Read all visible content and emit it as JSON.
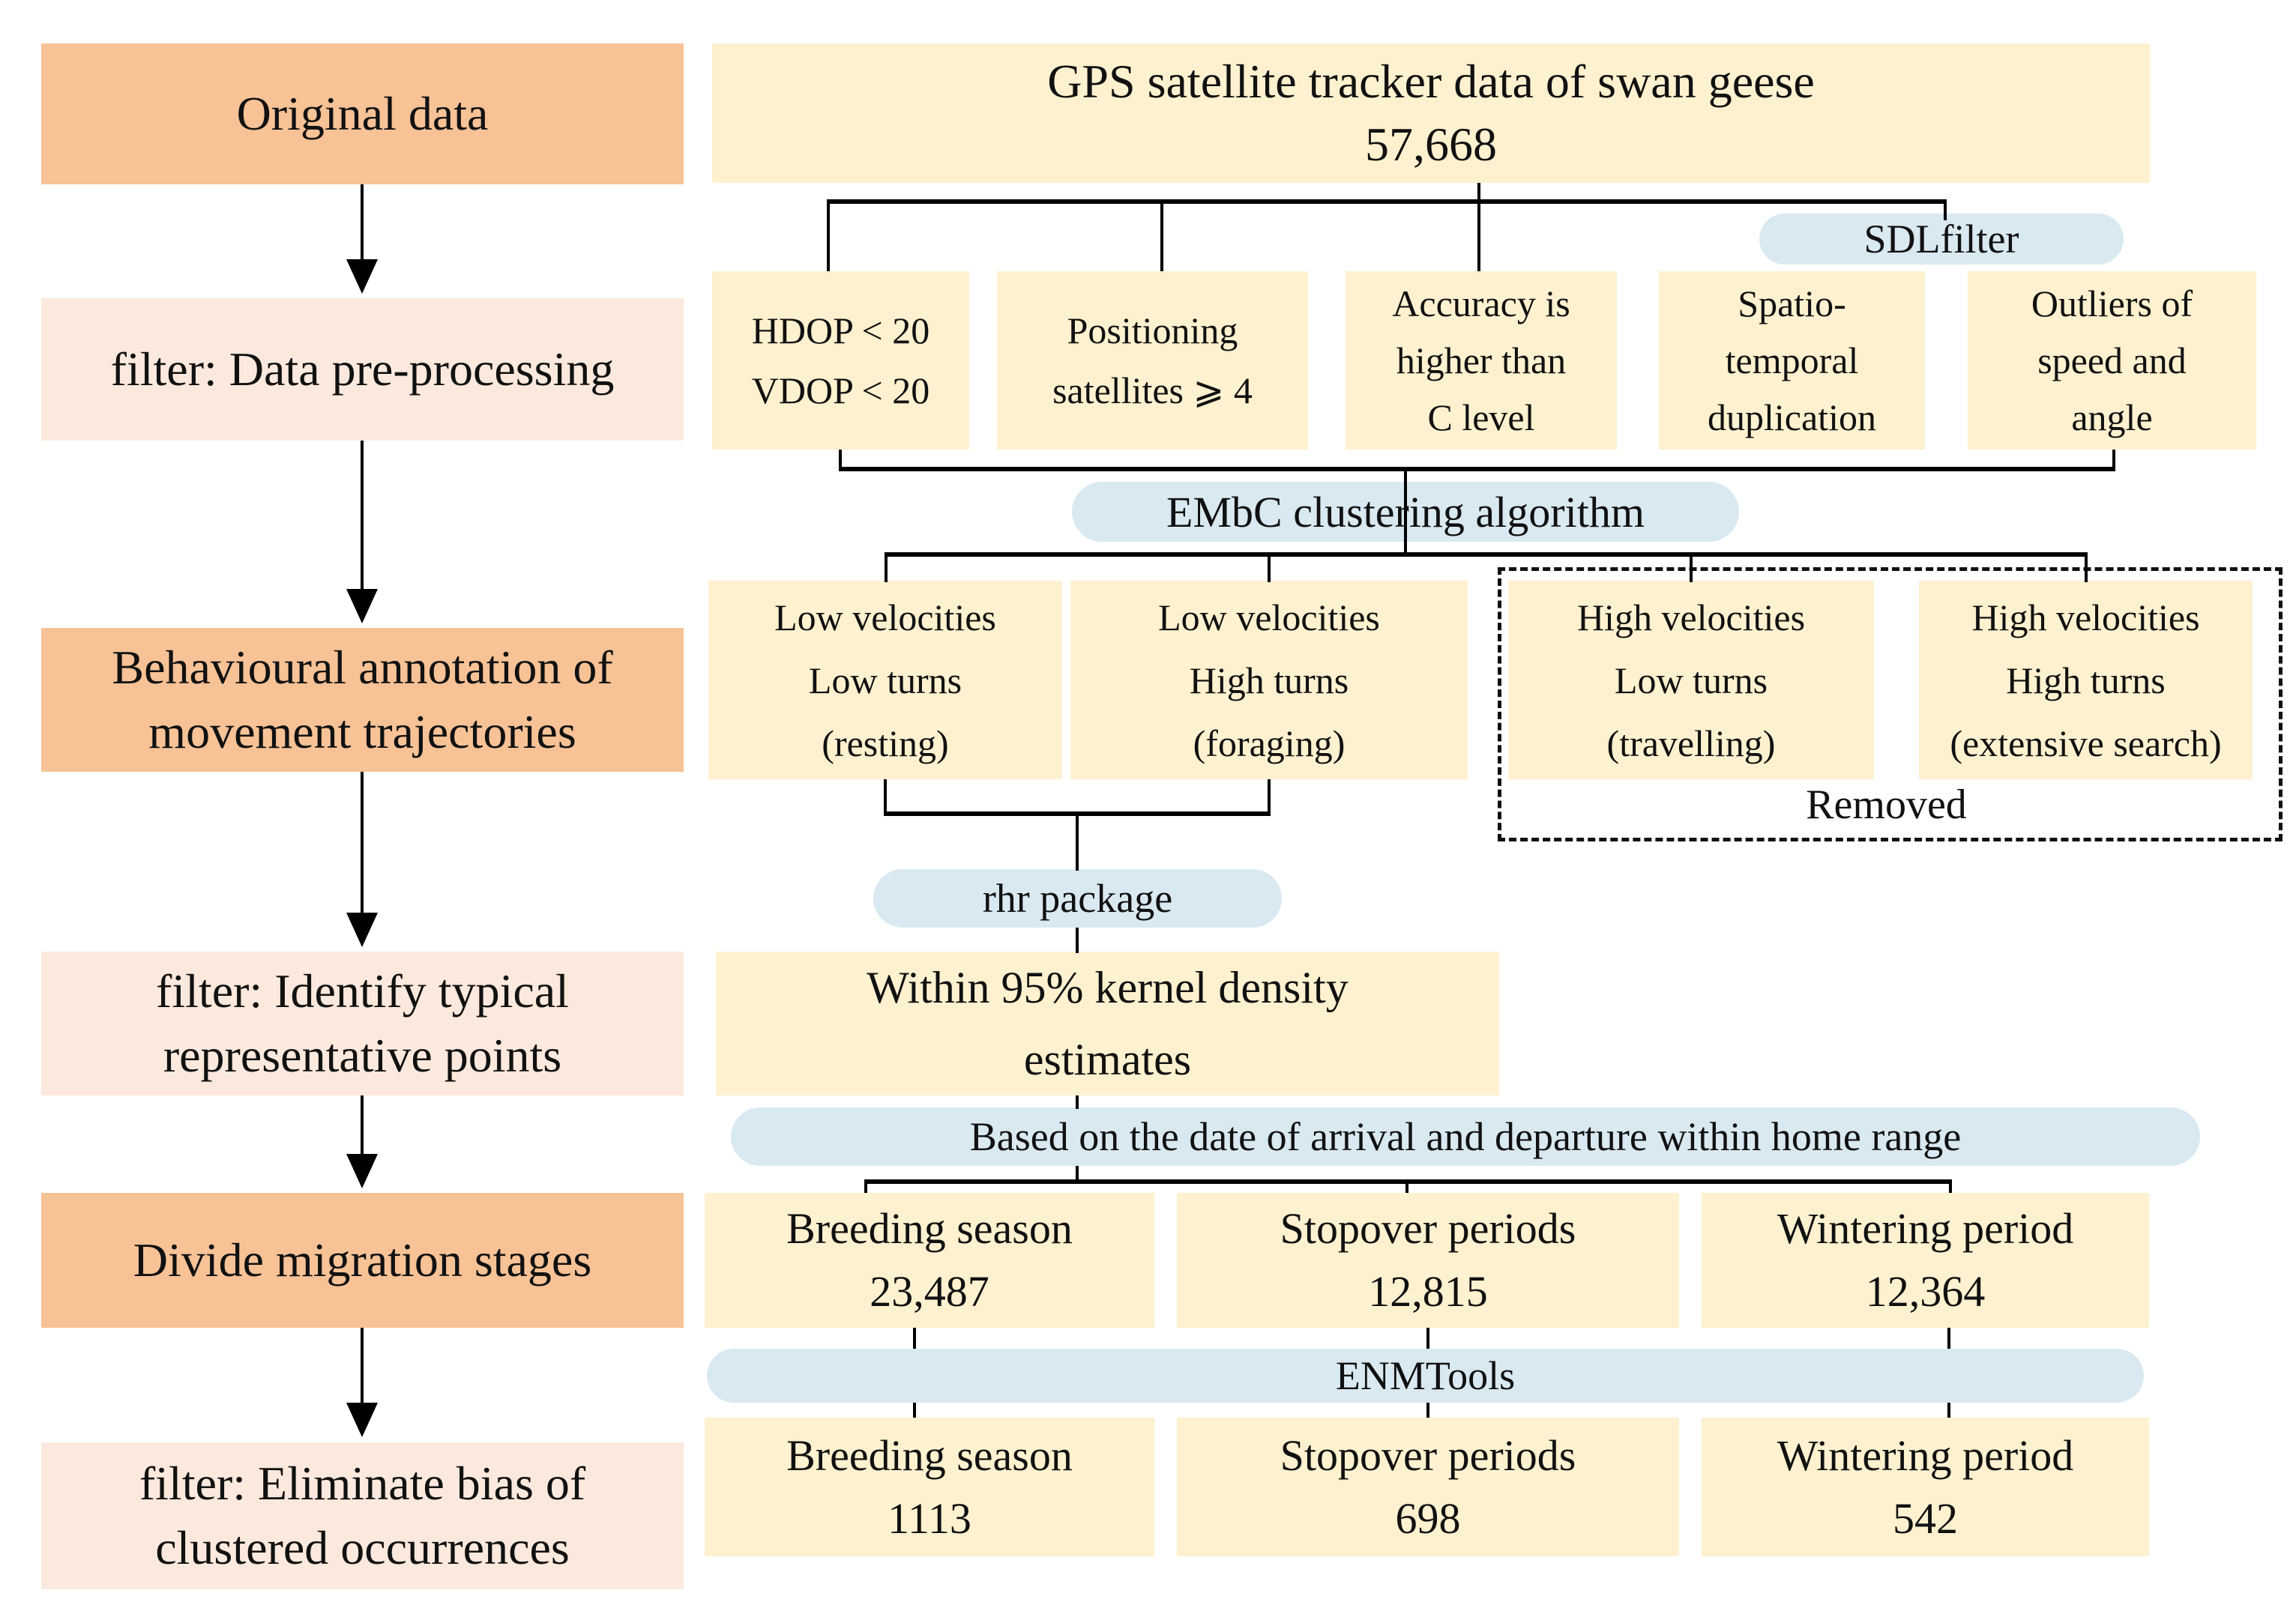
{
  "colors": {
    "stage_orange": "#F6C296",
    "stage_peach": "#FAE9DC",
    "process_cream": "#FEF1CF",
    "tool_blue": "#D9E9F1",
    "connector_black": "#000000"
  },
  "left_column": {
    "stages": [
      {
        "tone": "orange",
        "lines": [
          "Original data"
        ]
      },
      {
        "tone": "peach",
        "lines": [
          "filter: Data pre-processing"
        ]
      },
      {
        "tone": "orange",
        "lines": [
          "Behavioural annotation of",
          "movement trajectories"
        ]
      },
      {
        "tone": "peach",
        "lines": [
          "filter: Identify typical",
          "representative points"
        ]
      },
      {
        "tone": "orange",
        "lines": [
          "Divide migration stages"
        ]
      },
      {
        "tone": "peach",
        "lines": [
          "filter: Eliminate bias of",
          "clustered occurrences"
        ]
      }
    ]
  },
  "source_box": {
    "lines": [
      "GPS satellite tracker data of swan geese",
      "57,668"
    ]
  },
  "tools": {
    "sdlfilter": "SDLfilter",
    "embc": "EMbC clustering algorithm",
    "rhr": "rhr package",
    "home_range": "Based on the date of arrival and departure within home range",
    "enmtools": "ENMTools"
  },
  "preprocess_criteria": [
    {
      "lines": [
        "HDOP < 20",
        "VDOP < 20"
      ]
    },
    {
      "lines": [
        "Positioning",
        "satellites ⩾ 4"
      ]
    },
    {
      "lines": [
        "Accuracy is",
        "higher than",
        "C level"
      ]
    },
    {
      "lines": [
        "Spatio-",
        "temporal",
        "duplication"
      ]
    },
    {
      "lines": [
        "Outliers of",
        "speed and",
        "angle"
      ]
    }
  ],
  "behaviours": [
    {
      "removed": false,
      "lines": [
        "Low velocities",
        "Low turns",
        "(resting)"
      ]
    },
    {
      "removed": false,
      "lines": [
        "Low velocities",
        "High turns",
        "(foraging)"
      ]
    },
    {
      "removed": true,
      "lines": [
        "High velocities",
        "Low turns",
        "(travelling)"
      ]
    },
    {
      "removed": true,
      "lines": [
        "High velocities",
        "High turns",
        "(extensive search)"
      ]
    }
  ],
  "removed_label": "Removed",
  "kernel_box": {
    "lines": [
      "Within 95% kernel density",
      "estimates"
    ]
  },
  "migration_stages": [
    {
      "lines": [
        "Breeding season",
        "23,487"
      ]
    },
    {
      "lines": [
        "Stopover periods",
        "12,815"
      ]
    },
    {
      "lines": [
        "Wintering period",
        "12,364"
      ]
    }
  ],
  "final_counts": [
    {
      "lines": [
        "Breeding season",
        "1113"
      ]
    },
    {
      "lines": [
        "Stopover periods",
        "698"
      ]
    },
    {
      "lines": [
        "Wintering period",
        "542"
      ]
    }
  ]
}
